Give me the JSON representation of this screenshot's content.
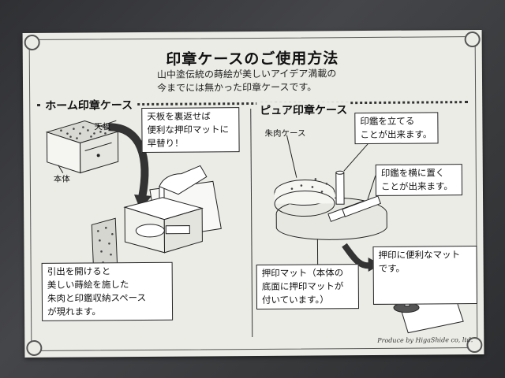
{
  "title": "印章ケースのご使用方法",
  "subtitle": {
    "line1": "山中塗伝統の蒔絵が美しいアイデア満載の",
    "line2": "今までには無かった印章ケースです。"
  },
  "left": {
    "heading": "ホーム印章ケース",
    "label_top": "天板",
    "label_body": "本体",
    "callout_top": {
      "line1": "天板を裏返せば",
      "line2": "便利な押印マットに",
      "line3": "早替り！"
    },
    "callout_bottom": {
      "line1": "引出を開けると",
      "line2": "美しい蒔絵を施した",
      "line3": "朱肉と印鑑収納スペース",
      "line4": "が現れます。"
    }
  },
  "right": {
    "heading": "ピュア印章ケース",
    "label_shuniku": "朱肉ケース",
    "callout_stand": {
      "line1": "印鑑を立てる",
      "line2": "ことが出来ます。"
    },
    "callout_lay": {
      "line1": "印鑑を横に置く",
      "line2": "ことが出来ます。"
    },
    "callout_mat": {
      "line1": "押印マット（本体の",
      "line2": "底面に押印マットが",
      "line3": "付いています。）"
    },
    "callout_convenient": {
      "line1": "押印に便利なマット",
      "line2": "です。"
    }
  },
  "credit": "Produce by HigaShide co, ltd."
}
